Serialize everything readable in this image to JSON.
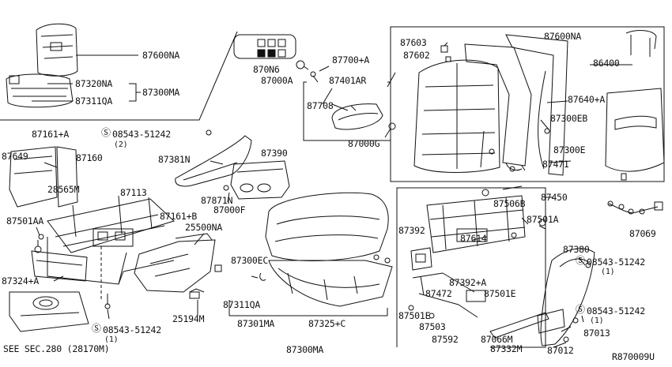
{
  "diagram_code": "R870009U",
  "reference": "SEE SEC.280 (28170M)",
  "bolt_symbol": "Ⓢ",
  "parts": {
    "p87600NA_a": "87600NA",
    "p87320NA": "87320NA",
    "p87300MA_a": "87300MA",
    "p87311QA_a": "87311QA",
    "p870N6": "870N6",
    "p87000A": "87000A",
    "p87700A": "87700+A",
    "p87401AR": "87401AR",
    "p87708": "87708",
    "p87000G": "87000G",
    "p87603": "87603",
    "p87602": "87602",
    "p87600NA_b": "87600NA",
    "p86400": "86400",
    "p87640A": "87640+A",
    "p87300EB": "87300EB",
    "p87300E": "87300E",
    "p87471": "87471",
    "p87161A": "87161+A",
    "p08543_a": "08543-51242",
    "q08543_a": "(2)",
    "p87649": "87649",
    "p87160": "87160",
    "p28565M": "28565M",
    "p87113": "87113",
    "p87381N": "87381N",
    "p87390": "87390",
    "p87871N": "87871N",
    "p87000F": "87000F",
    "p87501AA": "87501AA",
    "p87161B": "87161+B",
    "p25500NA": "25500NA",
    "p87324A": "87324+A",
    "p87300EC": "87300EC",
    "p87311QA_b": "87311QA",
    "p87301MA": "87301MA",
    "p87325C": "87325+C",
    "p87300MA_b": "87300MA",
    "p25194M": "25194M",
    "p08543_b": "08543-51242",
    "q08543_b": "(1)",
    "p87450": "87450",
    "p87506B": "87506B",
    "p87501A": "87501A",
    "p87392": "87392",
    "p87614": "87614",
    "p87392A": "87392+A",
    "p87472": "87472",
    "p87501E_a": "87501E",
    "p87501E_b": "87501E",
    "p87503": "87503",
    "p87592": "87592",
    "p87069": "87069",
    "p87380": "87380",
    "p08543_c": "08543-51242",
    "q08543_c": "(1)",
    "p08543_d": "08543-51242",
    "q08543_d": "(1)",
    "p87013": "87013",
    "p87066M": "87066M",
    "p87332M": "87332M",
    "p87012": "87012"
  }
}
